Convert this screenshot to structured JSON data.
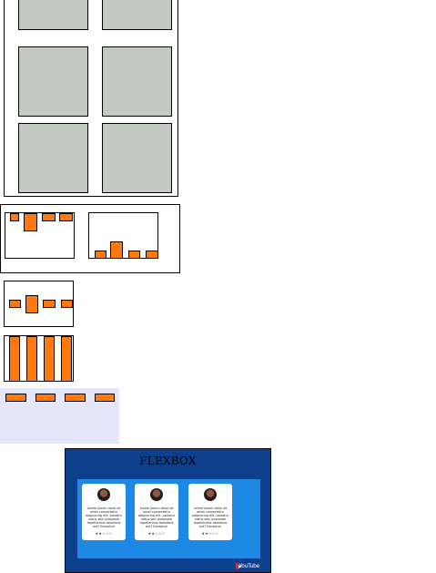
{
  "colors": {
    "gray_tile": "#c4c9c4",
    "orange_box": "#ff7a0e",
    "lavender_bg": "#e6e6fb",
    "panel_navy": "#0d3f8c",
    "panel_blue": "#1e88e5"
  },
  "flexbox": {
    "title": "FLEXBOX",
    "cards": [
      {
        "text": "Lorem ipsum dolor sit amet consectetur adipisicing elit. pariatur natus sed quisquam repellendus doloribus aut? Excepturi",
        "rating": "★★☆☆☆"
      },
      {
        "text": "Lorem ipsum dolor sit amet consectetur adipisicing elit. pariatur natus sed quisquam repellendus doloribus aut? Excepturi",
        "rating": "★★☆☆☆"
      },
      {
        "text": "Lorem ipsum dolor sit amet consectetur adipisicing elit. pariatur natus sed quisquam repellendus doloribus aut? Excepturi",
        "rating": "★★☆☆☆"
      }
    ],
    "logo": "YouTube"
  }
}
